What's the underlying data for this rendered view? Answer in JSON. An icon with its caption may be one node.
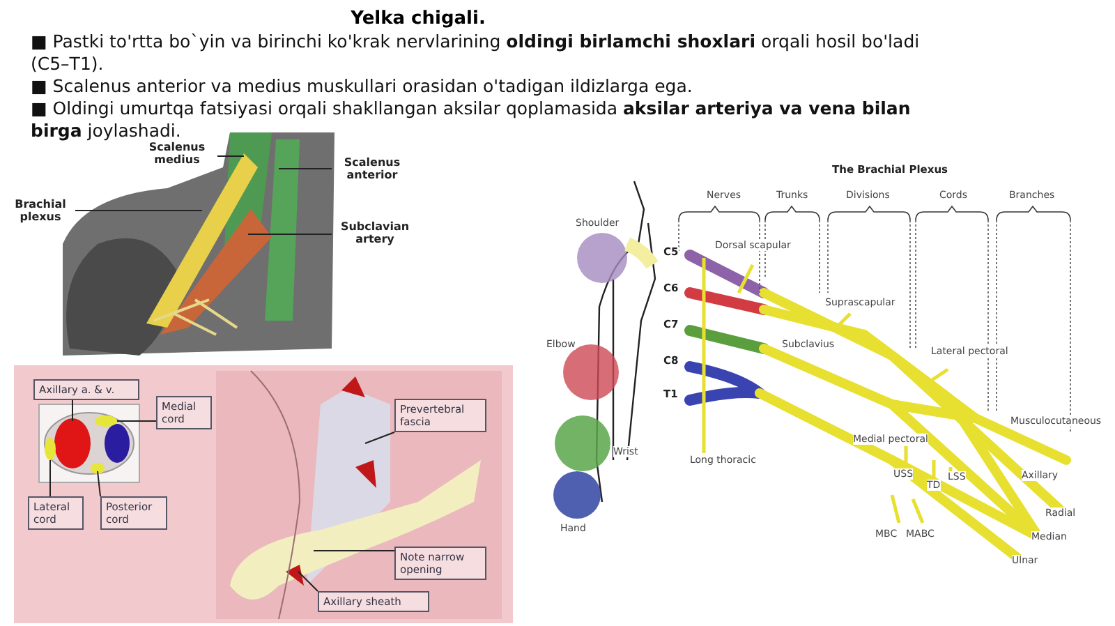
{
  "diagram": {
    "title": "Yelka chigali.",
    "nodes": [
      {
        "text": [
          "Scalenus medius"
        ]
      },
      {
        "text": [
          "Scalenus anterior"
        ]
      },
      {
        "text": [
          "Brachial plexus"
        ]
      },
      {
        "text": [
          "Subclavian artery"
        ]
      },
      {
        "text": [
          "Axillary a. & v."
        ]
      },
      {
        "text": [
          "Medial cord"
        ]
      },
      {
        "text": [
          "Lateral cord"
        ]
      },
      {
        "text": [
          "Posterior cord"
        ]
      },
      {
        "text": [
          "Prevertebral fascia"
        ]
      },
      {
        "text": [
          "Note narrow opening"
        ]
      },
      {
        "text": [
          "Axillary sheath"
        ]
      },
      {
        "text": [],
        "shape": "circle"
      }
    ],
    "edges": [
      {
        "from": 0,
        "to": null,
        "arrow": "none"
      },
      {
        "from": 1,
        "to": null,
        "arrow": "none"
      },
      {
        "from": 2,
        "to": null,
        "arrow": "none"
      },
      {
        "from": 3,
        "to": null,
        "arrow": "none"
      },
      {
        "from": 4,
        "to": null,
        "arrow": "none"
      },
      {
        "from": 5,
        "to": 11,
        "arrow": "none"
      },
      {
        "from": 6,
        "to": null,
        "arrow": "none"
      },
      {
        "from": 7,
        "to": null,
        "arrow": "none"
      },
      {
        "from": 8,
        "to": null,
        "arrow": "none"
      },
      {
        "from": 9,
        "to": null,
        "arrow": "none"
      },
      {
        "from": 10,
        "to": null,
        "arrow": "none"
      }
    ],
    "labels": [
      "■ Pastki to'rtta bo`yin va birinchi ko'krak nervlarining **oldingi birlamchi shoxlari** orqali hosil bo'ladi (C5–T1).",
      "■ Scalenus anterior va medius muskullari orasidan o'tadigan ildizlarga ega.",
      "■ Oldingi umurtqa fatsiyasi orqali shakllangan aksilar qoplamasida **aksilar arteriya va vena bilan birga** joylashadi.",
      "The Brachial Plexus",
      "Nerves",
      "Trunks",
      "Divisions",
      "Cords",
      "Branches",
      "Shoulder",
      "Elbow",
      "Wrist",
      "Hand",
      "C5",
      "C6",
      "C7",
      "C8",
      "T1",
      "Dorsal scapular",
      "Suprascapular",
      "Subclavius",
      "Long thoracic",
      "Lateral pectoral",
      "Medial pectoral",
      "Musculocutaneous",
      "USS",
      "TD",
      "LSS",
      "Axillary",
      "Radial",
      "Median",
      "Ulnar",
      "MBC",
      "MABC"
    ]
  }
}
